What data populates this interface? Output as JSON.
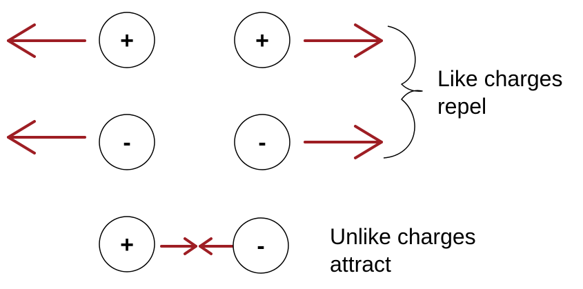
{
  "colors": {
    "arrow": "#9e1e24",
    "outline": "#000000",
    "background": "#ffffff"
  },
  "charges": {
    "top_left": "+",
    "top_right": "+",
    "middle_left": "-",
    "middle_right": "-",
    "bottom_left": "+",
    "bottom_right": "-"
  },
  "captions": {
    "like_line1": "Like charges",
    "like_line2": "repel",
    "unlike_line1": "Unlike charges",
    "unlike_line2": "attract"
  }
}
